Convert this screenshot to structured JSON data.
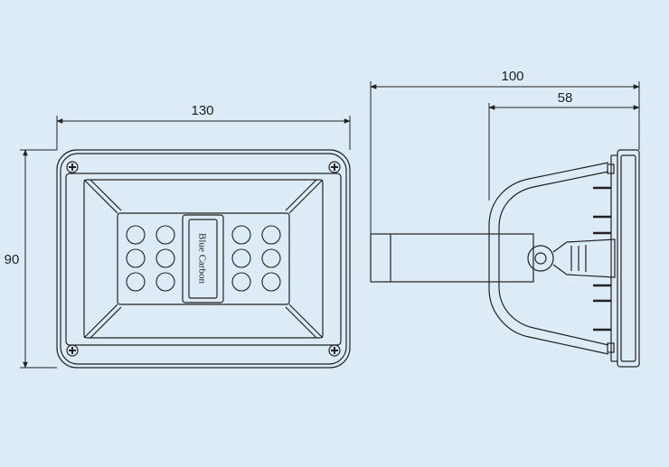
{
  "drawing": {
    "dimensions": {
      "front_width": "130",
      "front_height": "90",
      "side_depth": "100",
      "side_partial": "58"
    },
    "brand_label": "Blue Carbon",
    "colors": {
      "background": "#dcebf5",
      "line": "#222222"
    }
  }
}
